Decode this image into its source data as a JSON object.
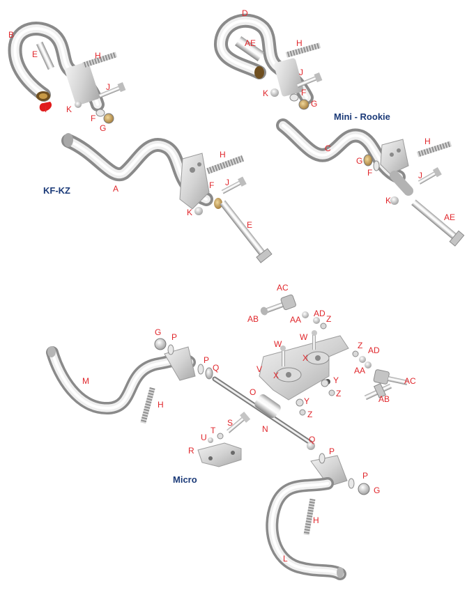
{
  "colors": {
    "label": "#e0262b",
    "caption": "#1b3a78",
    "chrome_light": "#f4f4f4",
    "chrome_mid": "#c9c9c9",
    "chrome_dark": "#8c8c8c",
    "brass": "#c99a46",
    "red_cap": "#e01b1b"
  },
  "groups": {
    "kf_kz": {
      "caption": "KF-KZ",
      "labels": {
        "B": "B",
        "E1": "E",
        "H1": "H",
        "J1": "J",
        "I": "I",
        "K1": "K",
        "F1": "F",
        "G1": "G",
        "H2": "H",
        "F2": "F",
        "J2": "J",
        "A": "A",
        "K2": "K",
        "E2": "E"
      }
    },
    "mini_rookie": {
      "caption": "Mini - Rookie",
      "labels": {
        "D": "D",
        "AE1": "AE",
        "H1": "H",
        "J1": "J",
        "K1": "K",
        "F1": "F",
        "G1": "G",
        "H2": "H",
        "C": "C",
        "G2": "G",
        "F2": "F",
        "J2": "J",
        "K2": "K",
        "AE2": "AE"
      }
    },
    "micro": {
      "caption": "Micro",
      "labels": {
        "AC1": "AC",
        "AB1": "AB",
        "AA1": "AA",
        "AD1": "AD",
        "Z1": "Z",
        "G1": "G",
        "P1": "P",
        "W1": "W",
        "W2": "W",
        "Z2": "Z",
        "AD2": "AD",
        "P2": "P",
        "Q1": "Q",
        "X1": "X",
        "X2": "X",
        "V": "V",
        "AA2": "AA",
        "AC2": "AC",
        "M": "M",
        "Y1": "Y",
        "O": "O",
        "Y2": "Y",
        "Z3": "Z",
        "AB2": "AB",
        "H1": "H",
        "Z4": "Z",
        "S": "S",
        "N": "N",
        "T": "T",
        "U": "U",
        "Q2": "Q",
        "R": "R",
        "P3": "P",
        "P4": "P",
        "G2": "G",
        "H2": "H",
        "L": "L"
      }
    }
  }
}
